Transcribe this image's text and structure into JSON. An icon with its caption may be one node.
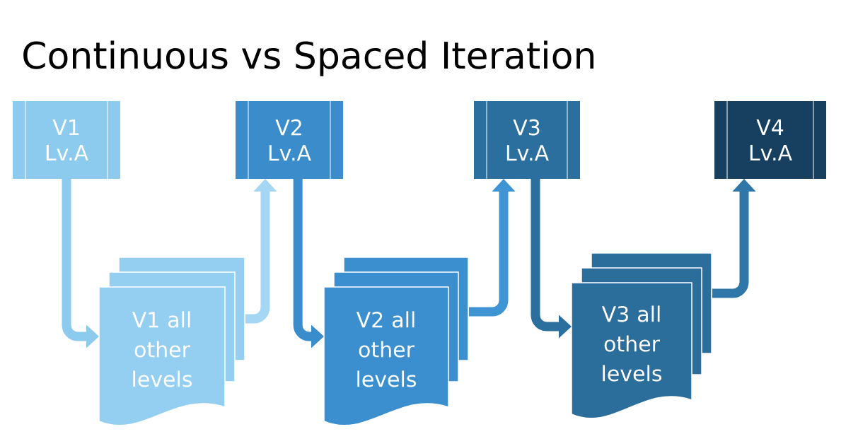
{
  "diagram": {
    "title": "Continuous vs Spaced Iteration",
    "nodes": [
      {
        "text": [
          "V1 Lv.A"
        ]
      },
      {
        "text": [
          "V1 all other levels"
        ]
      },
      {
        "text": [
          "V2 Lv.A"
        ]
      },
      {
        "text": [
          "V2 all other levels"
        ]
      },
      {
        "text": [
          "V3 Lv.A"
        ]
      },
      {
        "text": [
          "V3 all other levels"
        ]
      },
      {
        "text": [
          "V4 Lv.A"
        ]
      }
    ],
    "edges": [
      {
        "from": 0,
        "to": 1,
        "arrow": "to",
        "color": "#8ccbee"
      },
      {
        "from": 1,
        "to": 2,
        "arrow": "to",
        "color": "#a5d6f4"
      },
      {
        "from": 2,
        "to": 3,
        "arrow": "to",
        "color": "#3a8ccb"
      },
      {
        "from": 3,
        "to": 4,
        "arrow": "to",
        "color": "#3f95d4"
      },
      {
        "from": 4,
        "to": 5,
        "arrow": "to",
        "color": "#2a6f9e"
      },
      {
        "from": 5,
        "to": 6,
        "arrow": "to",
        "color": "#2f77a8"
      }
    ]
  }
}
